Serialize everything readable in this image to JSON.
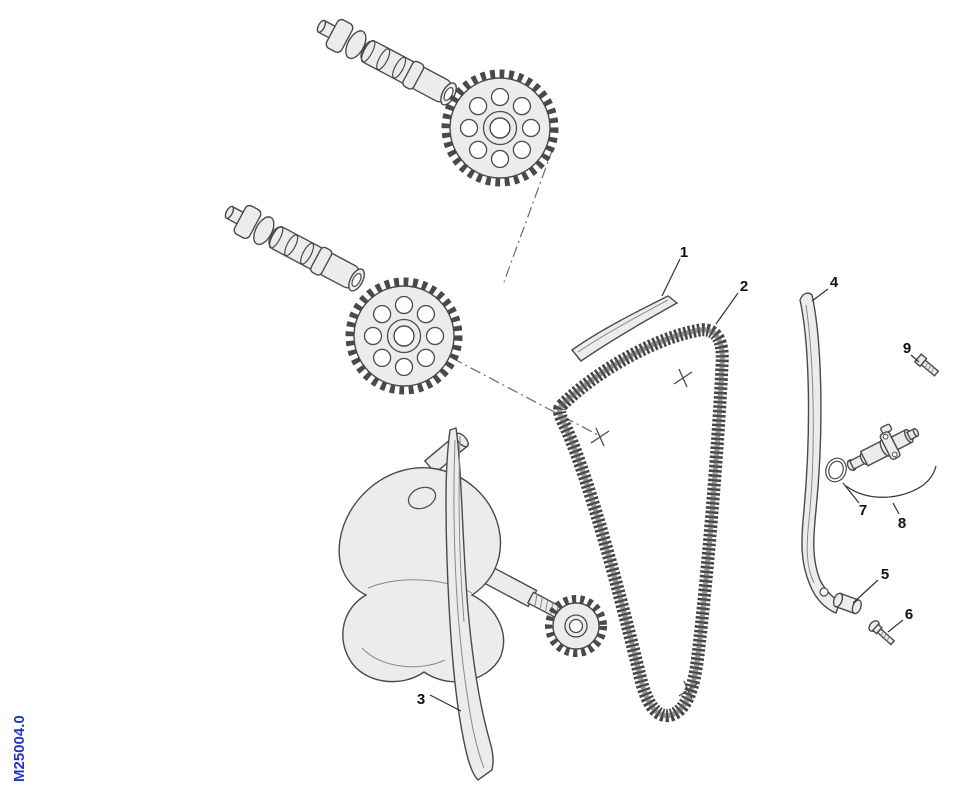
{
  "drawing_code": "M25004.0",
  "callouts": [
    {
      "label": "1"
    },
    {
      "label": "2"
    },
    {
      "label": "3"
    },
    {
      "label": "4"
    },
    {
      "label": "5"
    },
    {
      "label": "6"
    },
    {
      "label": "7"
    },
    {
      "label": "8"
    },
    {
      "label": "9"
    }
  ],
  "colors": {
    "line": "#4a4a4a",
    "fill_light": "#ececec",
    "chain": "#474747",
    "label": "#111111",
    "drawing_code_blue": "#2336c4"
  }
}
